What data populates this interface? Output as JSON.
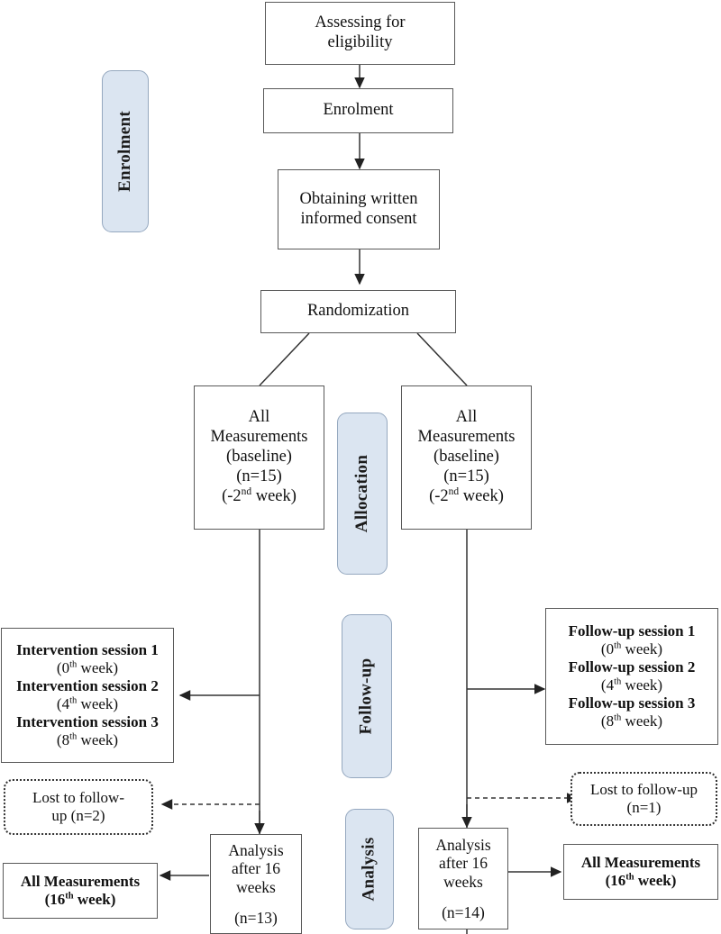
{
  "diagram": {
    "title": "CONSORT-style participant flow diagram",
    "colors": {
      "stage_fill": "#dbe5f1",
      "stage_border": "#95a8bf",
      "box_border": "#595959",
      "line": "#333333"
    },
    "stage_labels": [
      {
        "id": "enrolment",
        "label": "Enrolment"
      },
      {
        "id": "allocation",
        "label": "Allocation"
      },
      {
        "id": "followup",
        "label": "Follow-up"
      },
      {
        "id": "analysis",
        "label": "Analysis"
      }
    ],
    "nodes": {
      "assessing": {
        "lines": [
          "Assessing for",
          "eligibility"
        ]
      },
      "enrolment_box": {
        "lines": [
          "Enrolment"
        ]
      },
      "consent": {
        "lines": [
          "Obtaining written",
          "informed consent"
        ]
      },
      "randomization": {
        "lines": [
          "Randomization"
        ]
      },
      "baseline_left": {
        "lines": [
          "All",
          "Measurements",
          "(baseline)",
          "(n=15)"
        ],
        "week": "(-2",
        "week_sup": "nd",
        "week_tail": " week)"
      },
      "baseline_right": {
        "lines": [
          "All",
          "Measurements",
          "(baseline)",
          "(n=15)"
        ],
        "week": "(-2",
        "week_sup": "nd",
        "week_tail": " week)"
      },
      "intervention": {
        "rows": [
          {
            "title": "Intervention session 1",
            "week_pre": "(0",
            "week_sup": "th",
            "week_post": " week)"
          },
          {
            "title": "Intervention session 2",
            "week_pre": "(4",
            "week_sup": "th",
            "week_post": " week)"
          },
          {
            "title": "Intervention session 3",
            "week_pre": "(8",
            "week_sup": "th",
            "week_post": " week)"
          }
        ]
      },
      "followup_sessions": {
        "rows": [
          {
            "title": "Follow-up session 1",
            "week_pre": "(0",
            "week_sup": "th",
            "week_post": " week)"
          },
          {
            "title": "Follow-up session 2",
            "week_pre": "(4",
            "week_sup": "th",
            "week_post": " week)"
          },
          {
            "title": "Follow-up session 3",
            "week_pre": "(8",
            "week_sup": "th",
            "week_post": " week)"
          }
        ]
      },
      "lost_left": {
        "lines": [
          "Lost to follow-",
          "up (n=2)"
        ]
      },
      "lost_right": {
        "lines": [
          "Lost to follow-up",
          "(n=1)"
        ]
      },
      "analysis_left": {
        "lines": [
          "Analysis",
          "after 16",
          "weeks"
        ],
        "count": "(n=13)"
      },
      "analysis_right": {
        "lines": [
          "Analysis",
          "after 16",
          "weeks"
        ],
        "count": "(n=14)"
      },
      "final_left": {
        "title": "All Measurements",
        "week_pre": "(16",
        "week_sup": "th",
        "week_post": " week)"
      },
      "final_right": {
        "title": "All Measurements",
        "week_pre": "(16",
        "week_sup": "th",
        "week_post": " week)"
      }
    }
  }
}
